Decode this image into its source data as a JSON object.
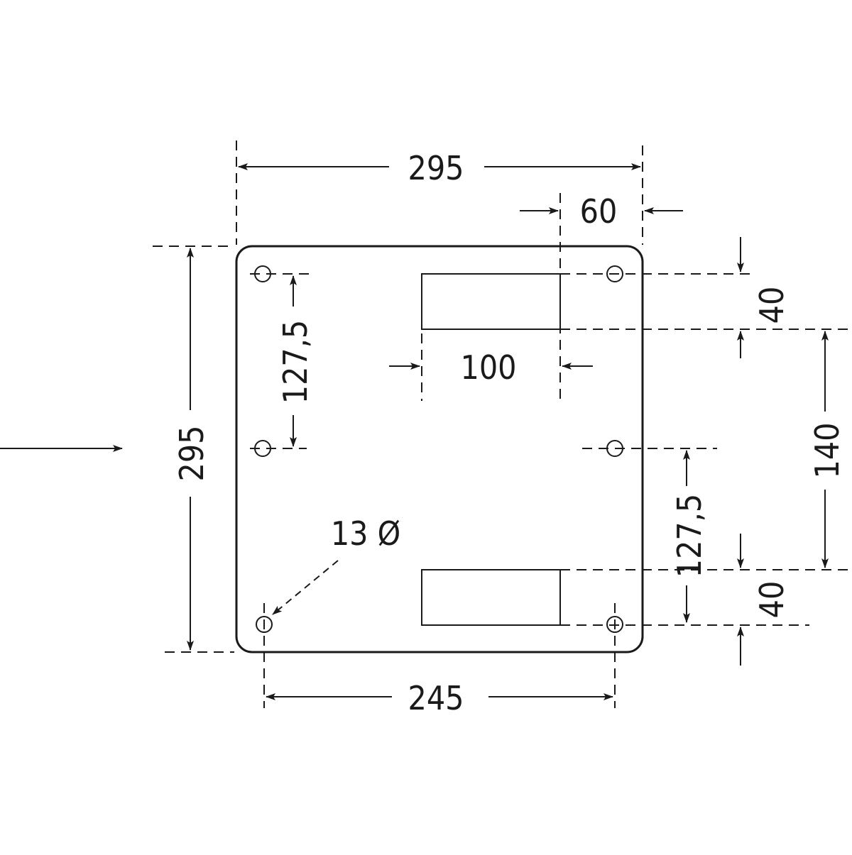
{
  "dimensions": {
    "top_width": "295",
    "right_margin": "60",
    "left_height": "295",
    "hole_spacing_left": "127,5",
    "slot_width": "100",
    "top_offset": "40",
    "slot_spacing": "140",
    "hole_spacing_right": "127,5",
    "bottom_offset": "40",
    "bottom_width": "245",
    "hole_diameter": "13 Ø"
  },
  "colors": {
    "ink": "#1a1a1a",
    "background": "#ffffff"
  }
}
